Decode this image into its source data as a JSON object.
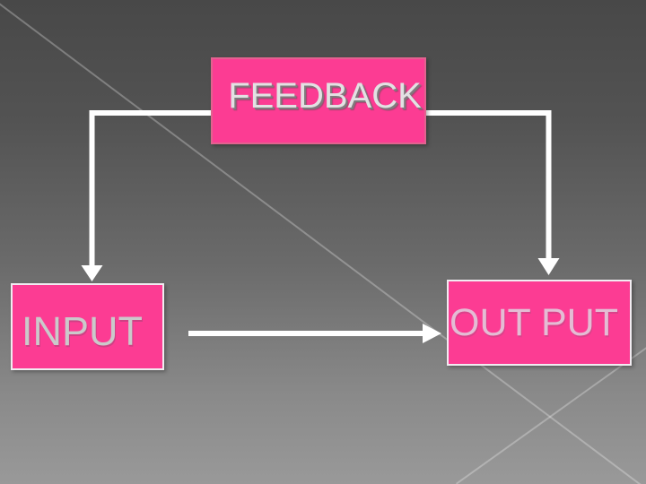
{
  "slide": {
    "background": {
      "gradient_top": "#4a4a4a",
      "gradient_bottom": "#999999",
      "diagonal_line_color": "#d6d6d6"
    }
  },
  "diagram": {
    "accent_color": "#fc3c93",
    "node_border_light": "#f1ecf1",
    "node_border_accent": "#e1628f",
    "arrow_color": "#ffffff",
    "nodes": [
      {
        "id": "feedback",
        "label": "FEEDBACK",
        "text_color": "#e3e1e3"
      },
      {
        "id": "input",
        "label": "INPUT",
        "text_color": "#cbc9cb"
      },
      {
        "id": "output",
        "label": "OUT PUT",
        "text_color": "#e4bcd4"
      }
    ],
    "connectors": [
      {
        "from": "feedback",
        "to": "input",
        "shape": "elbow",
        "arrowhead": "down"
      },
      {
        "from": "feedback",
        "to": "output",
        "shape": "elbow",
        "arrowhead": "down"
      },
      {
        "from": "input",
        "to": "output",
        "shape": "straight",
        "arrowhead": "right"
      }
    ]
  }
}
